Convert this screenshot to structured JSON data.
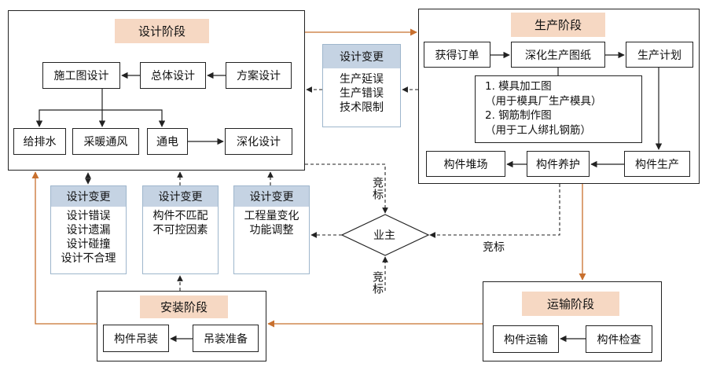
{
  "colors": {
    "stage_title_bg": "#f6d8c3",
    "change_title_bg": "#c5d3e3",
    "orange_flow": "#c8702e",
    "line": "#222222"
  },
  "design_stage": {
    "title": "设计阶段",
    "nodes": {
      "construction_drawing": "施工图设计",
      "overall_design": "总体设计",
      "scheme_design": "方案设计",
      "water_supply_drainage": "给排水",
      "hvac": "采暖通风",
      "electrical": "通电",
      "detailed_design": "深化设计"
    }
  },
  "production_stage": {
    "title": "生产阶段",
    "nodes": {
      "get_order": "获得订单",
      "deepen_production_drawing": "深化生产图纸",
      "production_plan": "生产计划",
      "component_stacking": "构件堆场",
      "component_curing": "构件养护",
      "component_production": "构件生产"
    },
    "drawing_list": [
      "1. 模具加工图",
      "（用于模具厂生产模具）",
      "2. 钢筋制作图",
      "（用于工人绑扎钢筋）"
    ]
  },
  "transport_stage": {
    "title": "运输阶段",
    "nodes": {
      "component_transport": "构件运输",
      "component_inspection": "构件检查"
    }
  },
  "installation_stage": {
    "title": "安装阶段",
    "nodes": {
      "component_hoisting": "构件吊装",
      "hoisting_preparation": "吊装准备"
    }
  },
  "owner": "业主",
  "design_changes": [
    {
      "title": "设计变更",
      "lines": [
        "生产延误",
        "生产错误",
        "技术限制"
      ]
    },
    {
      "title": "设计变更",
      "lines": [
        "设计错误",
        "设计遗漏",
        "设计碰撞",
        "设计不合理"
      ]
    },
    {
      "title": "设计变更",
      "lines": [
        "构件不匹配",
        "不可控因素"
      ]
    },
    {
      "title": "设计变更",
      "lines": [
        "工程量变化",
        "功能调整"
      ]
    }
  ],
  "bidding_labels": [
    "竞标",
    "竞标",
    "竞标"
  ]
}
